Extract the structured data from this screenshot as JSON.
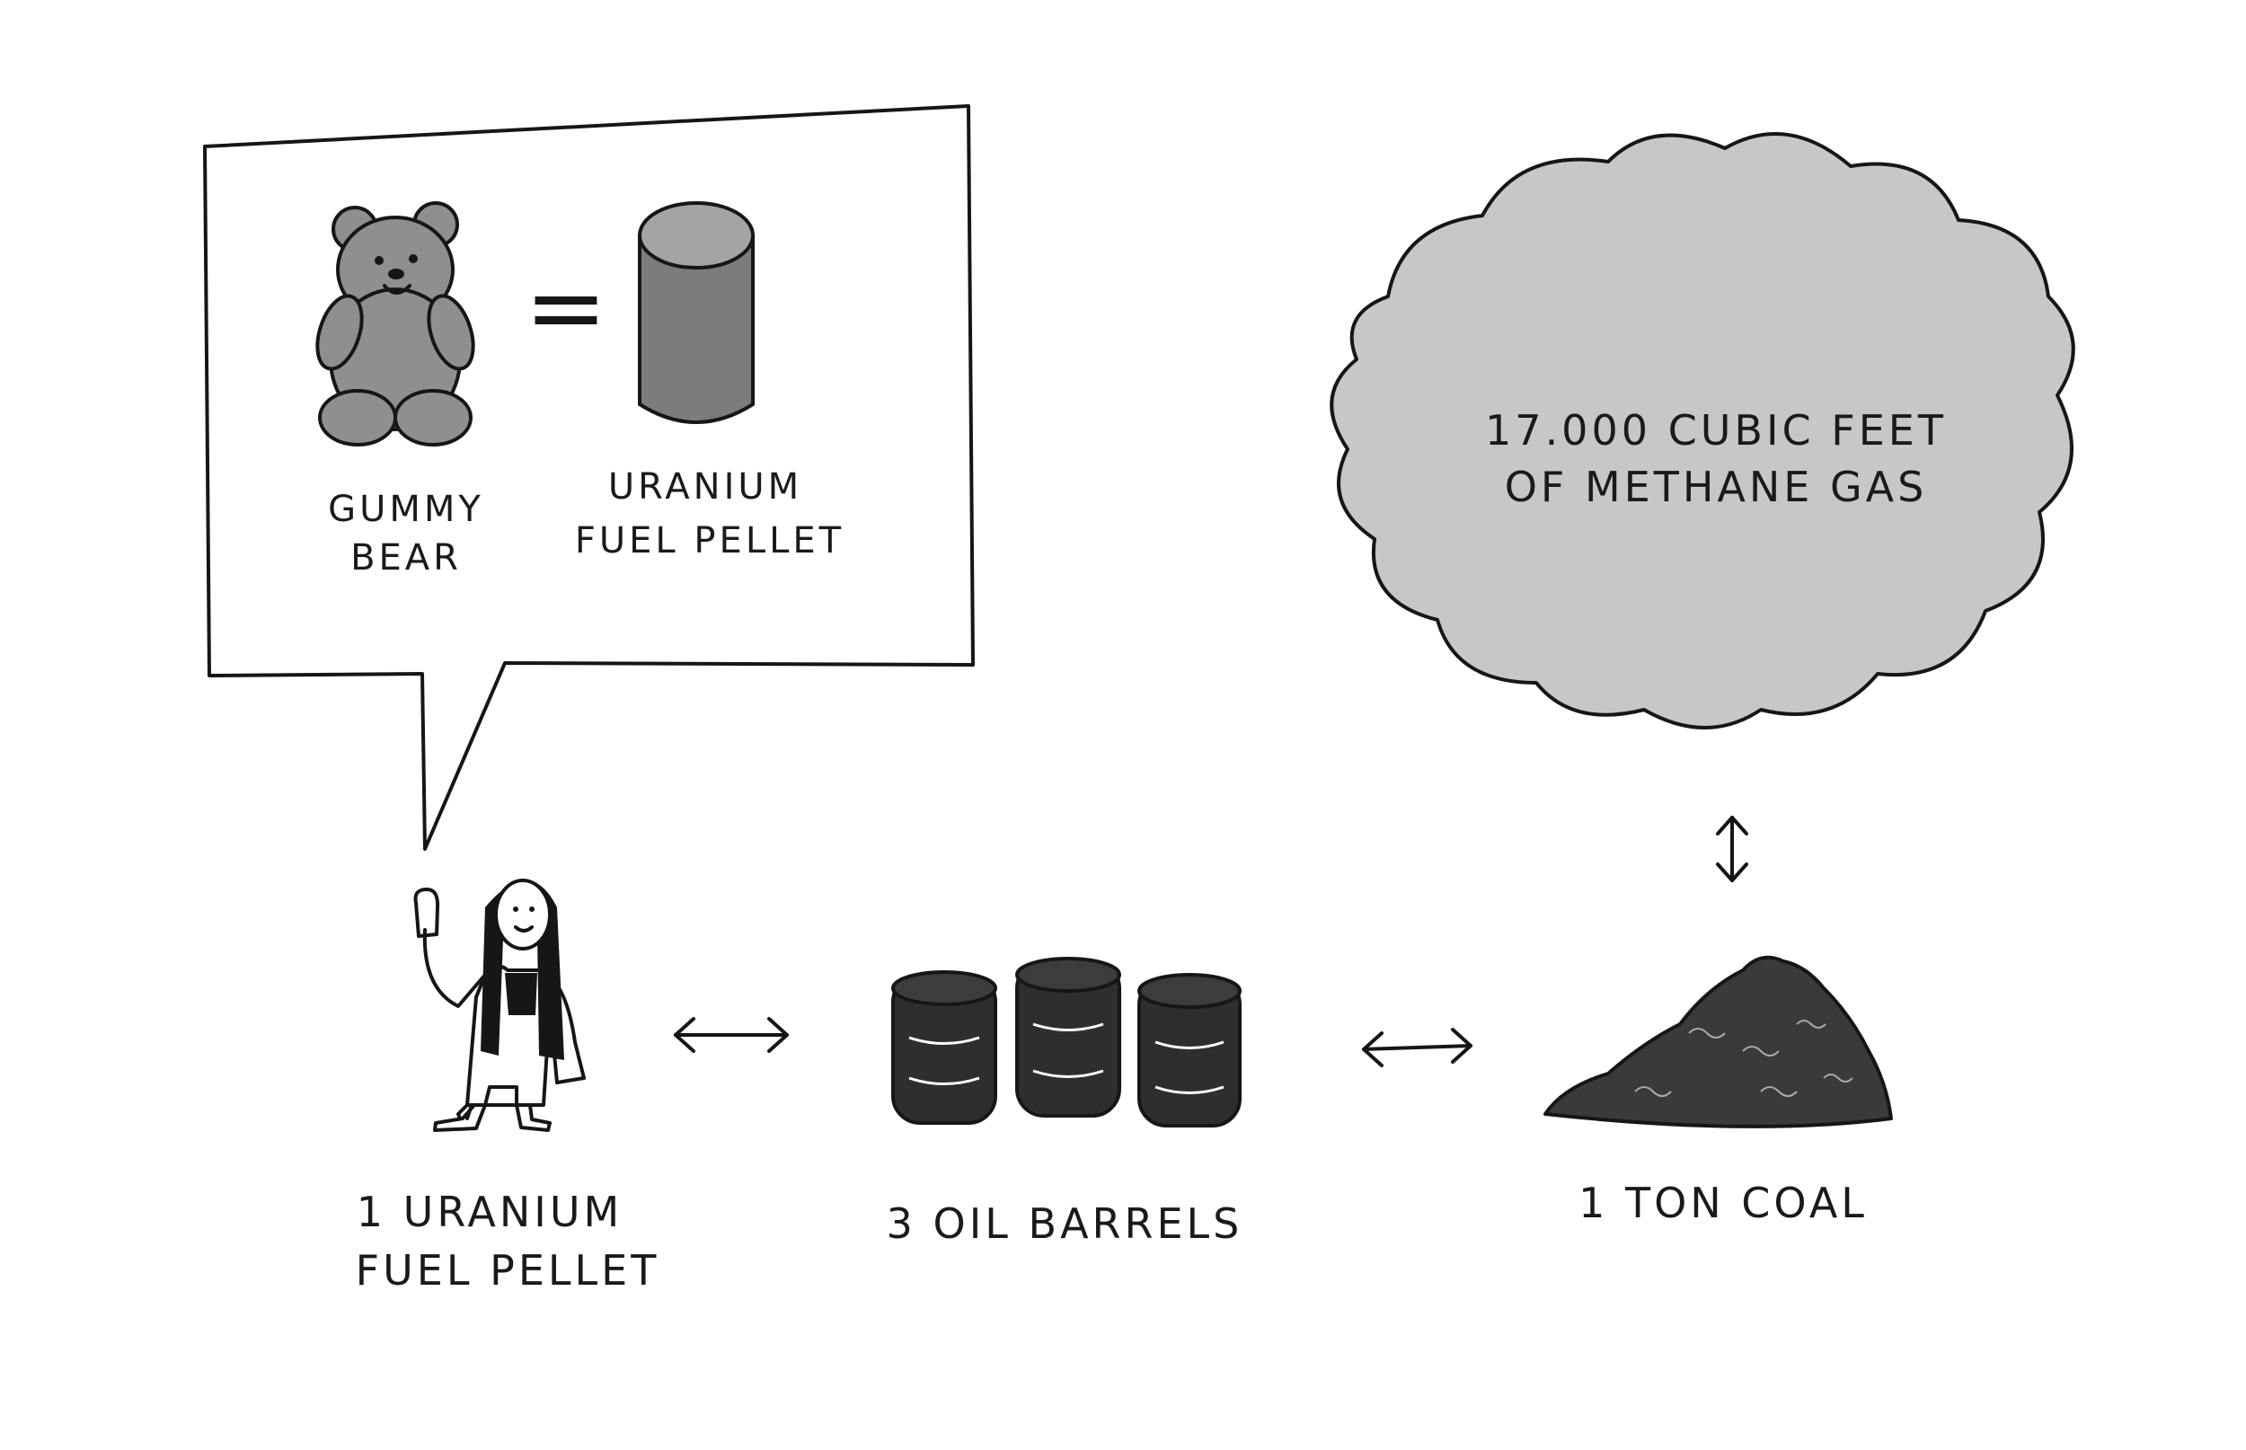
{
  "speech_bubble": {
    "gummy_bear_label": [
      "GUMMY",
      "BEAR"
    ],
    "pellet_label": [
      "URANIUM",
      "FUEL PELLET"
    ],
    "equals": "="
  },
  "cloud": {
    "label": [
      "17.000 CUBIC FEET",
      "OF METHANE GAS"
    ],
    "fill": "#c7c7c7"
  },
  "items": {
    "uranium": [
      "1 URANIUM",
      "FUEL PELLET"
    ],
    "oil": "3 OIL BARRELS",
    "coal": "1 TON COAL"
  },
  "colors": {
    "ink": "#161616",
    "bear": "#8f8f8f",
    "pellet": "#7c7c7c",
    "barrel": "#2e2e2e",
    "coal": "#3a3a3a"
  }
}
